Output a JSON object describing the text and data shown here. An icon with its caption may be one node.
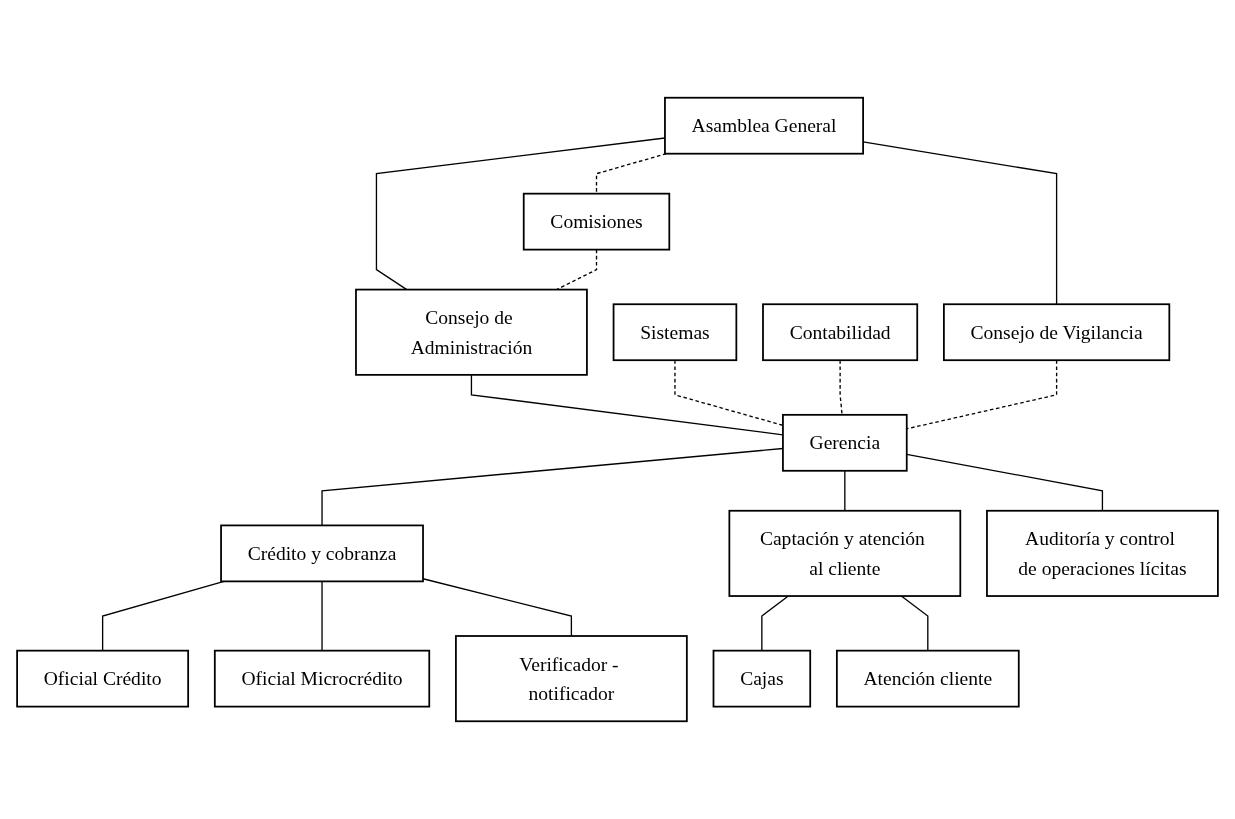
{
  "diagram": {
    "nodes": [
      {
        "text": [
          "Asamblea General"
        ]
      },
      {
        "text": [
          "Comisiones"
        ]
      },
      {
        "text": [
          "Consejo de Administración"
        ]
      },
      {
        "text": [
          "Consejo de Vigilancia"
        ]
      },
      {
        "text": [
          "Sistemas"
        ]
      },
      {
        "text": [
          "Gerencia"
        ]
      },
      {
        "text": [
          "Contabilidad"
        ]
      },
      {
        "text": [
          "Crédito y cobranza"
        ]
      },
      {
        "text": [
          "Captación y atención al cliente"
        ]
      },
      {
        "text": [
          "Auditoría y control de operaciones lícitas"
        ]
      },
      {
        "text": [
          "Oficial Crédito"
        ]
      },
      {
        "text": [
          "Oficial Microcrédito"
        ]
      },
      {
        "text": [
          "Cajas"
        ]
      },
      {
        "text": [
          "Atención cliente"
        ]
      },
      {
        "text": [
          "Verificador - notificador"
        ]
      }
    ],
    "edges": [
      {
        "from": 0,
        "to": 1,
        "arrow": "none",
        "style": "dashed"
      },
      {
        "from": 0,
        "to": 2,
        "arrow": "none"
      },
      {
        "from": 0,
        "to": 3,
        "arrow": "none"
      },
      {
        "from": 1,
        "to": 2,
        "arrow": "none",
        "style": "dashed"
      },
      {
        "from": 2,
        "to": 5,
        "arrow": "none"
      },
      {
        "from": 4,
        "to": 5,
        "arrow": "none",
        "style": "dashed"
      },
      {
        "from": 6,
        "to": 5,
        "arrow": "none",
        "style": "dashed"
      },
      {
        "from": 3,
        "to": 5,
        "arrow": "none",
        "style": "dashed"
      },
      {
        "from": 5,
        "to": 7,
        "arrow": "none"
      },
      {
        "from": 5,
        "to": 8,
        "arrow": "none"
      },
      {
        "from": 5,
        "to": 9,
        "arrow": "none"
      },
      {
        "from": 7,
        "to": 10,
        "arrow": "none"
      },
      {
        "from": 7,
        "to": 11,
        "arrow": "none"
      },
      {
        "from": 7,
        "to": 14,
        "arrow": "none"
      },
      {
        "from": 8,
        "to": 12,
        "arrow": "none"
      },
      {
        "from": 8,
        "to": 13,
        "arrow": "none"
      }
    ]
  }
}
